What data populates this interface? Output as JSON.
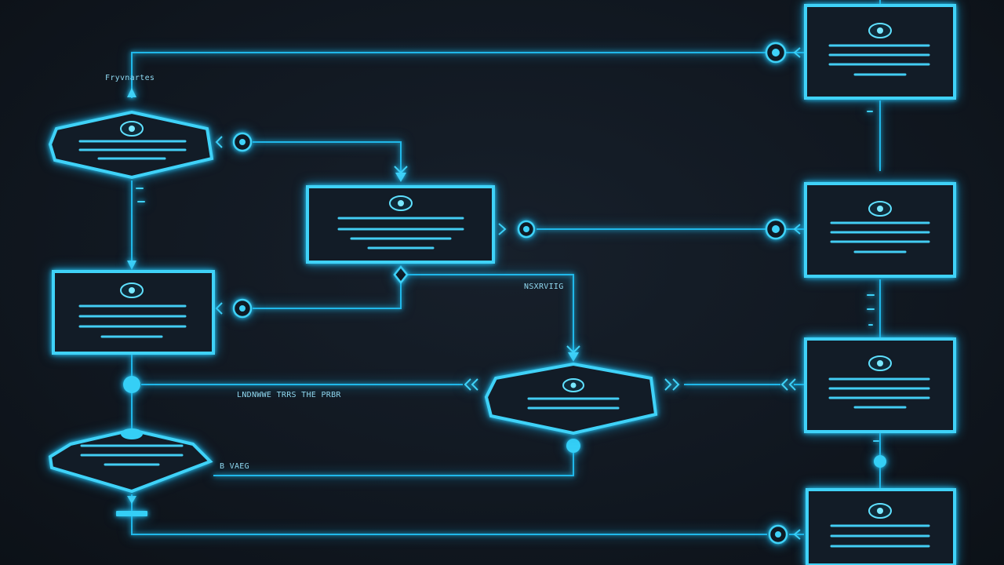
{
  "diagram": {
    "colors": {
      "background": "#111821",
      "accent": "#3fd2f8",
      "line": "#20b8ea",
      "label": "#8fd8f0"
    },
    "labels": {
      "top_left": "Fryvnartes",
      "middle": "NSXRVIIG",
      "connection": "LNDNWWE TRRS THE PRBR",
      "bottom_left": "B VAEG"
    },
    "node_icon": "eye-icon",
    "connector_icon": "circle-connector-icon"
  }
}
